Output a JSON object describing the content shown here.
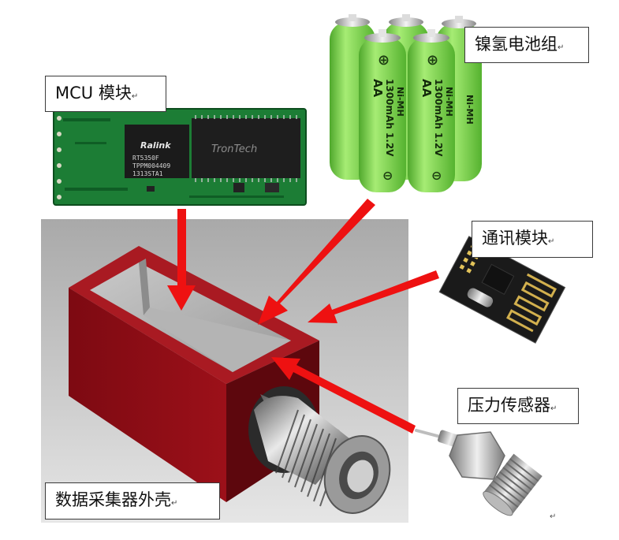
{
  "labels": {
    "mcu": "MCU 模块",
    "battery": "镍氢电池组",
    "comm": "通讯模块",
    "sensor": "压力传感器",
    "housing": "数据采集器外壳"
  },
  "para_mark": "↵",
  "chip_text": {
    "brand": "Ralink",
    "model": "RT5350F",
    "line2": "TPPM004409",
    "line3": "1313STA1",
    "ic2": "TronTech"
  },
  "battery_text": {
    "size": "AA",
    "chem": "Ni-MH",
    "capacity": "1300mAh 1.2V"
  },
  "colors": {
    "arrow": "#ee1111",
    "housing": "#8e0c14",
    "pcb": "#1c7d35",
    "battery": "#7ad04a",
    "label_border": "#3a3a3a"
  },
  "icons": [
    "mcu-board-image",
    "battery-pack-image",
    "rf-module-image",
    "pressure-sensor-image",
    "housing-3d-image"
  ]
}
